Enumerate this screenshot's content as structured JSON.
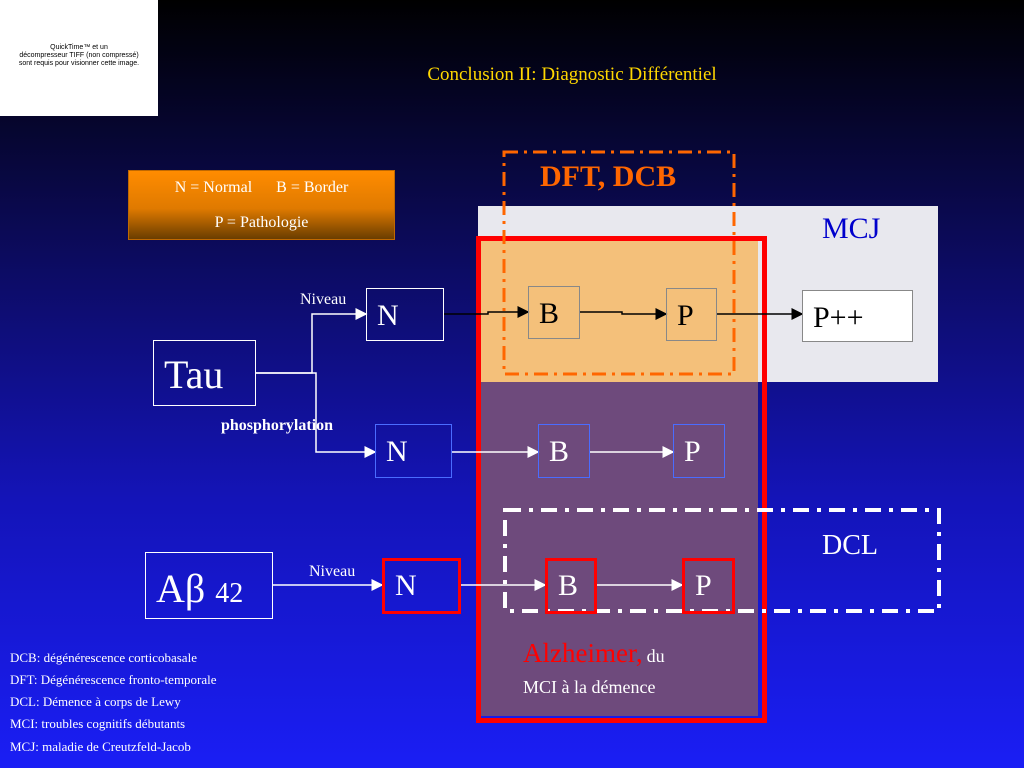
{
  "quicktime": {
    "line1": "QuickTime™ et un",
    "line2": "décompresseur TIFF (non compressé)",
    "line3": "sont requis pour visionner cette image."
  },
  "title": "Conclusion II: Diagnostic Différentiel",
  "legend": {
    "normal": "N = Normal",
    "border": "B = Border",
    "pathologie": "P = Pathologie"
  },
  "regions": {
    "dft_dcb": "DFT, DCB",
    "mcj": "MCJ",
    "dcl": "DCL",
    "alzheimer": "Alzheimer,",
    "alzheimer_du": "du",
    "alzheimer_line2": "MCI à la démence"
  },
  "nodes": {
    "tau": "Tau",
    "abeta": "Aβ",
    "abeta_num": "42",
    "n": "N",
    "b": "B",
    "p": "P",
    "pplus": "P++"
  },
  "labels": {
    "niveau": "Niveau",
    "phosphorylation": "phosphorylation"
  },
  "abbreviations": [
    "DCB: dégénérescence corticobasale",
    "DFT: Dégénérescence fronto-temporale",
    "DCL: Démence à corps de Lewy",
    "MCI: troubles cognitifs débutants",
    "MCJ: maladie de Creutzfeld-Jacob"
  ],
  "colors": {
    "title": "#ffd700",
    "dft_dcb": "#ff6600",
    "mcj": "#0000cc",
    "alzheimer": "#ff0000",
    "red_frame": "#ff0000"
  }
}
